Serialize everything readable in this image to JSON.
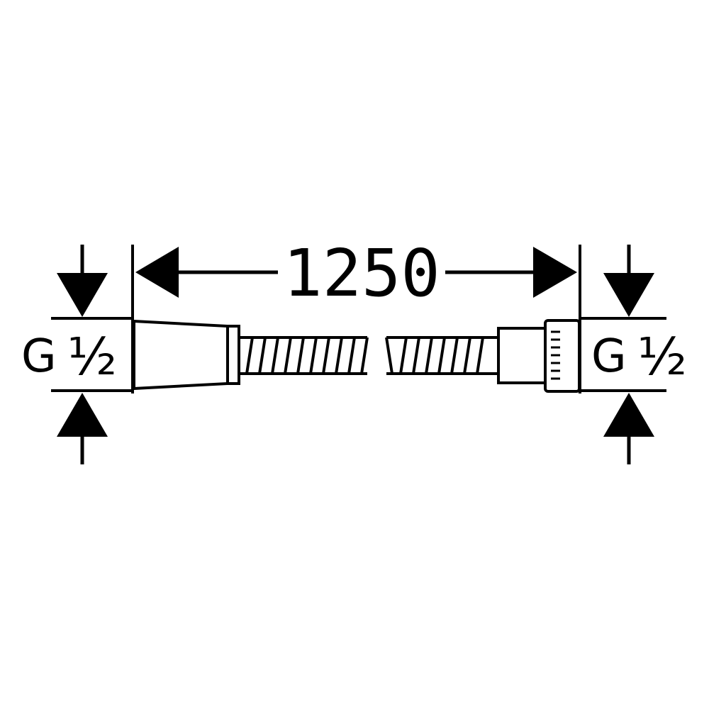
{
  "dimensions": {
    "length": "1250",
    "left_thread": {
      "letter": "G",
      "size": "½"
    },
    "right_thread": {
      "letter": "G",
      "size": "½"
    }
  },
  "colors": {
    "line": "#000000",
    "background": "#ffffff"
  }
}
